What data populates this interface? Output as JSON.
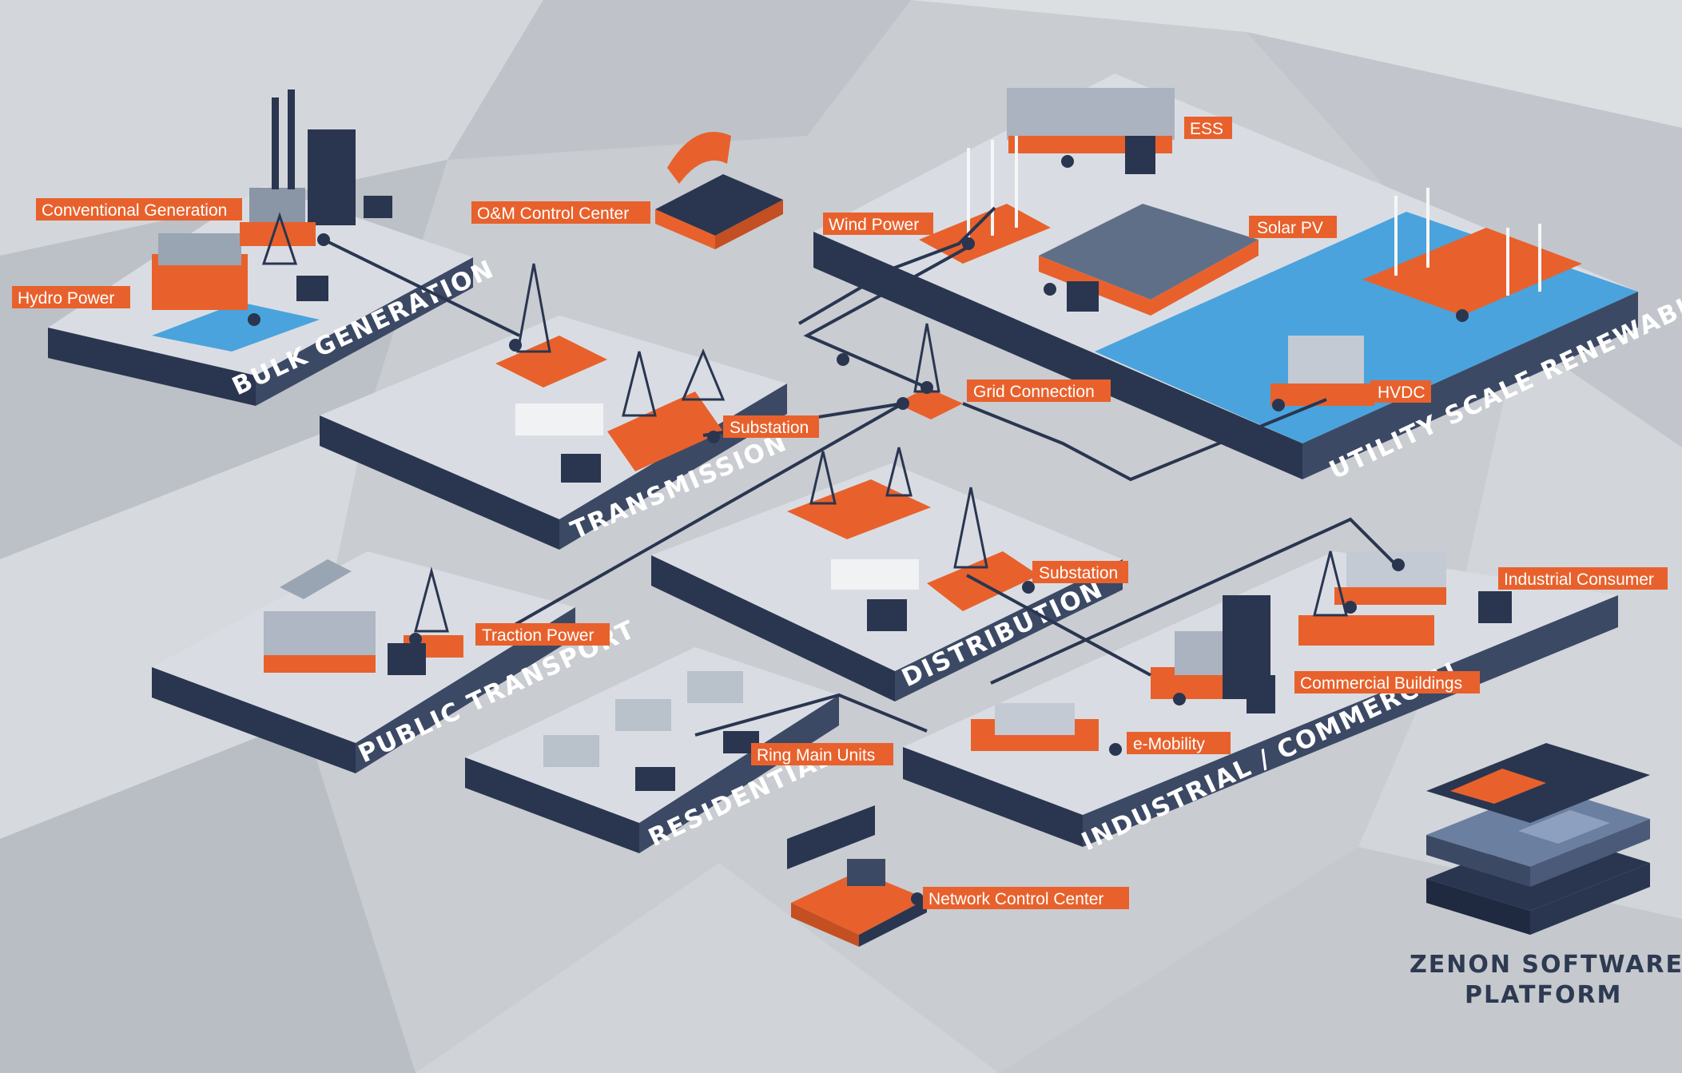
{
  "platforms": {
    "bulk_generation": "BULK GENERATION",
    "transmission": "TRANSMISSION",
    "utility_scale_renewables": "UTILITY SCALE RENEWABLES",
    "public_transport": "PUBLIC TRANSPORT",
    "distribution": "DISTRIBUTION",
    "residential": "RESIDENTIAL",
    "industrial_commercial": "INDUSTRIAL / COMMERCIAL"
  },
  "tags": {
    "conventional_generation": "Conventional Generation",
    "hydro_power": "Hydro Power",
    "om_control_center": "O&M Control Center",
    "wind_power": "Wind Power",
    "ess": "ESS",
    "solar_pv": "Solar PV",
    "grid_connection": "Grid Connection",
    "hvdc": "HVDC",
    "substation_transmission": "Substation",
    "substation_distribution": "Substation",
    "industrial_consumer": "Industrial Consumer",
    "traction_power": "Traction Power",
    "commercial_buildings": "Commercial Buildings",
    "ring_main_units": "Ring Main Units",
    "e_mobility": "e-Mobility",
    "network_control_center": "Network Control Center"
  },
  "brand": {
    "line1": "ZENON SOFTWARE",
    "line2": "PLATFORM"
  },
  "colors": {
    "orange": "#e8612c",
    "navy": "#2a3650",
    "platform_top": "#d9dde3",
    "water": "#4aa3dd",
    "background": "#c9ccd1"
  }
}
